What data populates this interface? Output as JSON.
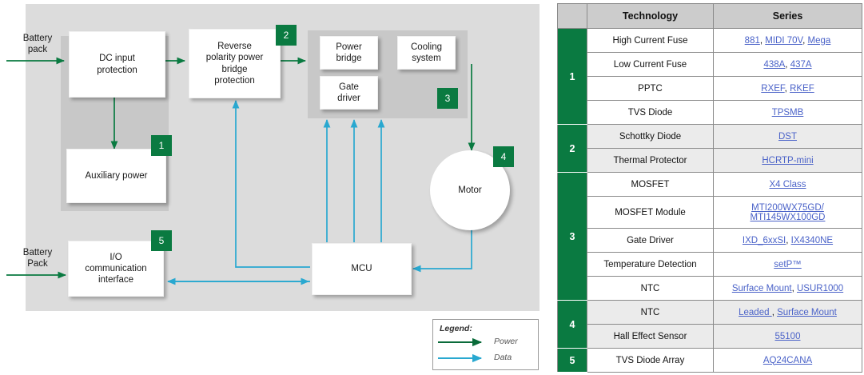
{
  "diagram": {
    "inputs": [
      {
        "name": "battery-pack-top",
        "label": "Battery\npack"
      },
      {
        "name": "battery-pack-bottom",
        "label": "Battery\nPack"
      }
    ],
    "blocks": [
      {
        "id": "dc-input-protection",
        "label": "DC input\nprotection"
      },
      {
        "id": "auxiliary-power",
        "label": "Auxiliary power"
      },
      {
        "id": "reverse-polarity",
        "label": "Reverse\npolarity power\nbridge\nprotection"
      },
      {
        "id": "power-bridge",
        "label": "Power\nbridge"
      },
      {
        "id": "cooling-system",
        "label": "Cooling\nsystem"
      },
      {
        "id": "gate-driver",
        "label": "Gate\ndriver"
      },
      {
        "id": "motor",
        "label": "Motor"
      },
      {
        "id": "mcu",
        "label": "MCU"
      },
      {
        "id": "io-communication-interface",
        "label": "I/O\ncommunication\ninterface"
      }
    ],
    "badges": [
      {
        "id": "badge-1",
        "label": "1"
      },
      {
        "id": "badge-2",
        "label": "2"
      },
      {
        "id": "badge-3",
        "label": "3"
      },
      {
        "id": "badge-4",
        "label": "4"
      },
      {
        "id": "badge-5",
        "label": "5"
      }
    ],
    "legend": {
      "title": "Legend:",
      "power_label": "Power",
      "data_label": "Data"
    },
    "colors": {
      "power": "#0a7a41",
      "data": "#29a8d0",
      "badge": "#0a7a41",
      "panel": "#dcdcdc",
      "subpanel": "#c8c8c8"
    }
  },
  "table": {
    "headers": [
      "",
      "Technology",
      "Series"
    ],
    "rows": [
      {
        "group": "1",
        "group_span": 4,
        "alt": false,
        "tall": false,
        "technology": "High Current Fuse",
        "series": [
          {
            "text": "881",
            "link": true
          },
          {
            "text": ", ",
            "link": false
          },
          {
            "text": "MIDI 70V",
            "link": true
          },
          {
            "text": ", ",
            "link": false
          },
          {
            "text": "Mega",
            "link": true
          }
        ]
      },
      {
        "group": null,
        "alt": false,
        "tall": false,
        "technology": "Low Current Fuse",
        "series": [
          {
            "text": "438A",
            "link": true
          },
          {
            "text": ", ",
            "link": false
          },
          {
            "text": "437A",
            "link": true
          }
        ]
      },
      {
        "group": null,
        "alt": false,
        "tall": false,
        "technology": "PPTC",
        "series": [
          {
            "text": "RXEF",
            "link": true
          },
          {
            "text": ", ",
            "link": false
          },
          {
            "text": "RKEF",
            "link": true
          }
        ]
      },
      {
        "group": null,
        "alt": false,
        "tall": false,
        "technology": "TVS Diode",
        "series": [
          {
            "text": "TPSMB",
            "link": true
          }
        ]
      },
      {
        "group": "2",
        "group_span": 2,
        "alt": true,
        "tall": false,
        "technology": "Schottky Diode",
        "series": [
          {
            "text": "DST",
            "link": true
          }
        ]
      },
      {
        "group": null,
        "alt": true,
        "tall": false,
        "technology": "Thermal Protector",
        "series": [
          {
            "text": "HCRTP-mini",
            "link": true
          }
        ]
      },
      {
        "group": "3",
        "group_span": 5,
        "alt": false,
        "tall": false,
        "technology": "MOSFET",
        "series": [
          {
            "text": "X4 Class",
            "link": true
          }
        ]
      },
      {
        "group": null,
        "alt": false,
        "tall": true,
        "technology": "MOSFET Module",
        "series": [
          {
            "text": "MTI200WX75GD/",
            "link": true
          },
          {
            "text": "\n",
            "link": false
          },
          {
            "text": "MTI145WX100GD",
            "link": true
          }
        ]
      },
      {
        "group": null,
        "alt": false,
        "tall": false,
        "technology": "Gate Driver",
        "series": [
          {
            "text": "IXD_6xxSI",
            "link": true
          },
          {
            "text": ", ",
            "link": false
          },
          {
            "text": "IX4340NE",
            "link": true
          }
        ]
      },
      {
        "group": null,
        "alt": false,
        "tall": false,
        "technology": "Temperature Detection",
        "series": [
          {
            "text": "setP™",
            "link": true
          }
        ]
      },
      {
        "group": null,
        "alt": false,
        "tall": false,
        "technology": "NTC",
        "series": [
          {
            "text": "Surface Mount",
            "link": true
          },
          {
            "text": ", ",
            "link": false
          },
          {
            "text": "USUR1000",
            "link": true
          }
        ]
      },
      {
        "group": "4",
        "group_span": 2,
        "alt": true,
        "tall": false,
        "technology": "NTC",
        "series": [
          {
            "text": "Leaded ",
            "link": true
          },
          {
            "text": ", ",
            "link": false
          },
          {
            "text": "Surface Mount",
            "link": true
          }
        ]
      },
      {
        "group": null,
        "alt": true,
        "tall": false,
        "technology": "Hall Effect Sensor",
        "series": [
          {
            "text": "55100",
            "link": true
          }
        ]
      },
      {
        "group": "5",
        "group_span": 1,
        "alt": false,
        "tall": false,
        "technology": "TVS Diode Array",
        "series": [
          {
            "text": "AQ24CANA",
            "link": true
          }
        ]
      }
    ]
  }
}
